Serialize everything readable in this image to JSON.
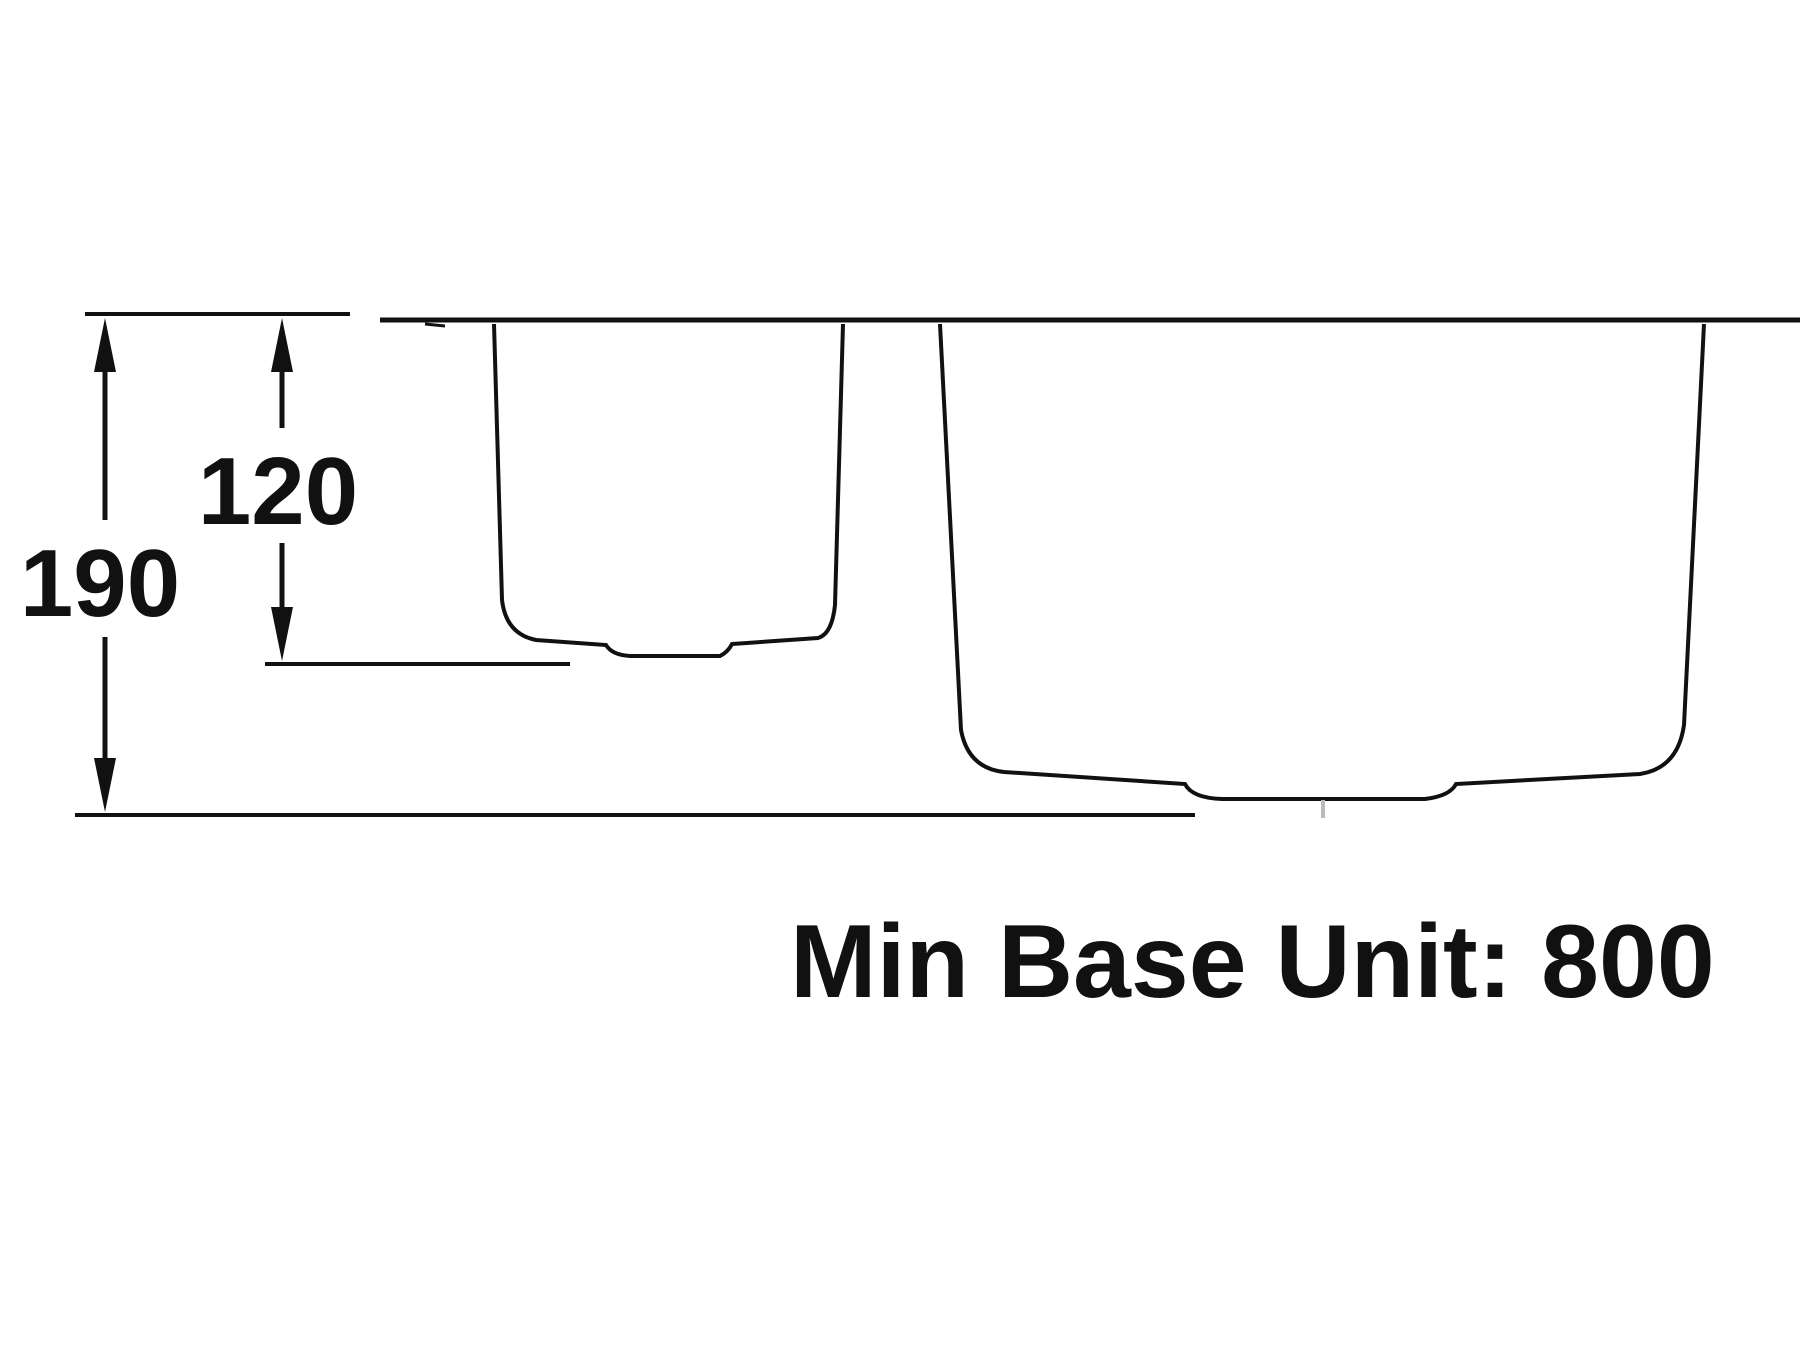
{
  "dimensions": {
    "overall_depth": "190",
    "small_bowl_depth": "120"
  },
  "caption": "Min Base Unit: 800",
  "colors": {
    "line": "#111111",
    "background": "#ffffff"
  }
}
